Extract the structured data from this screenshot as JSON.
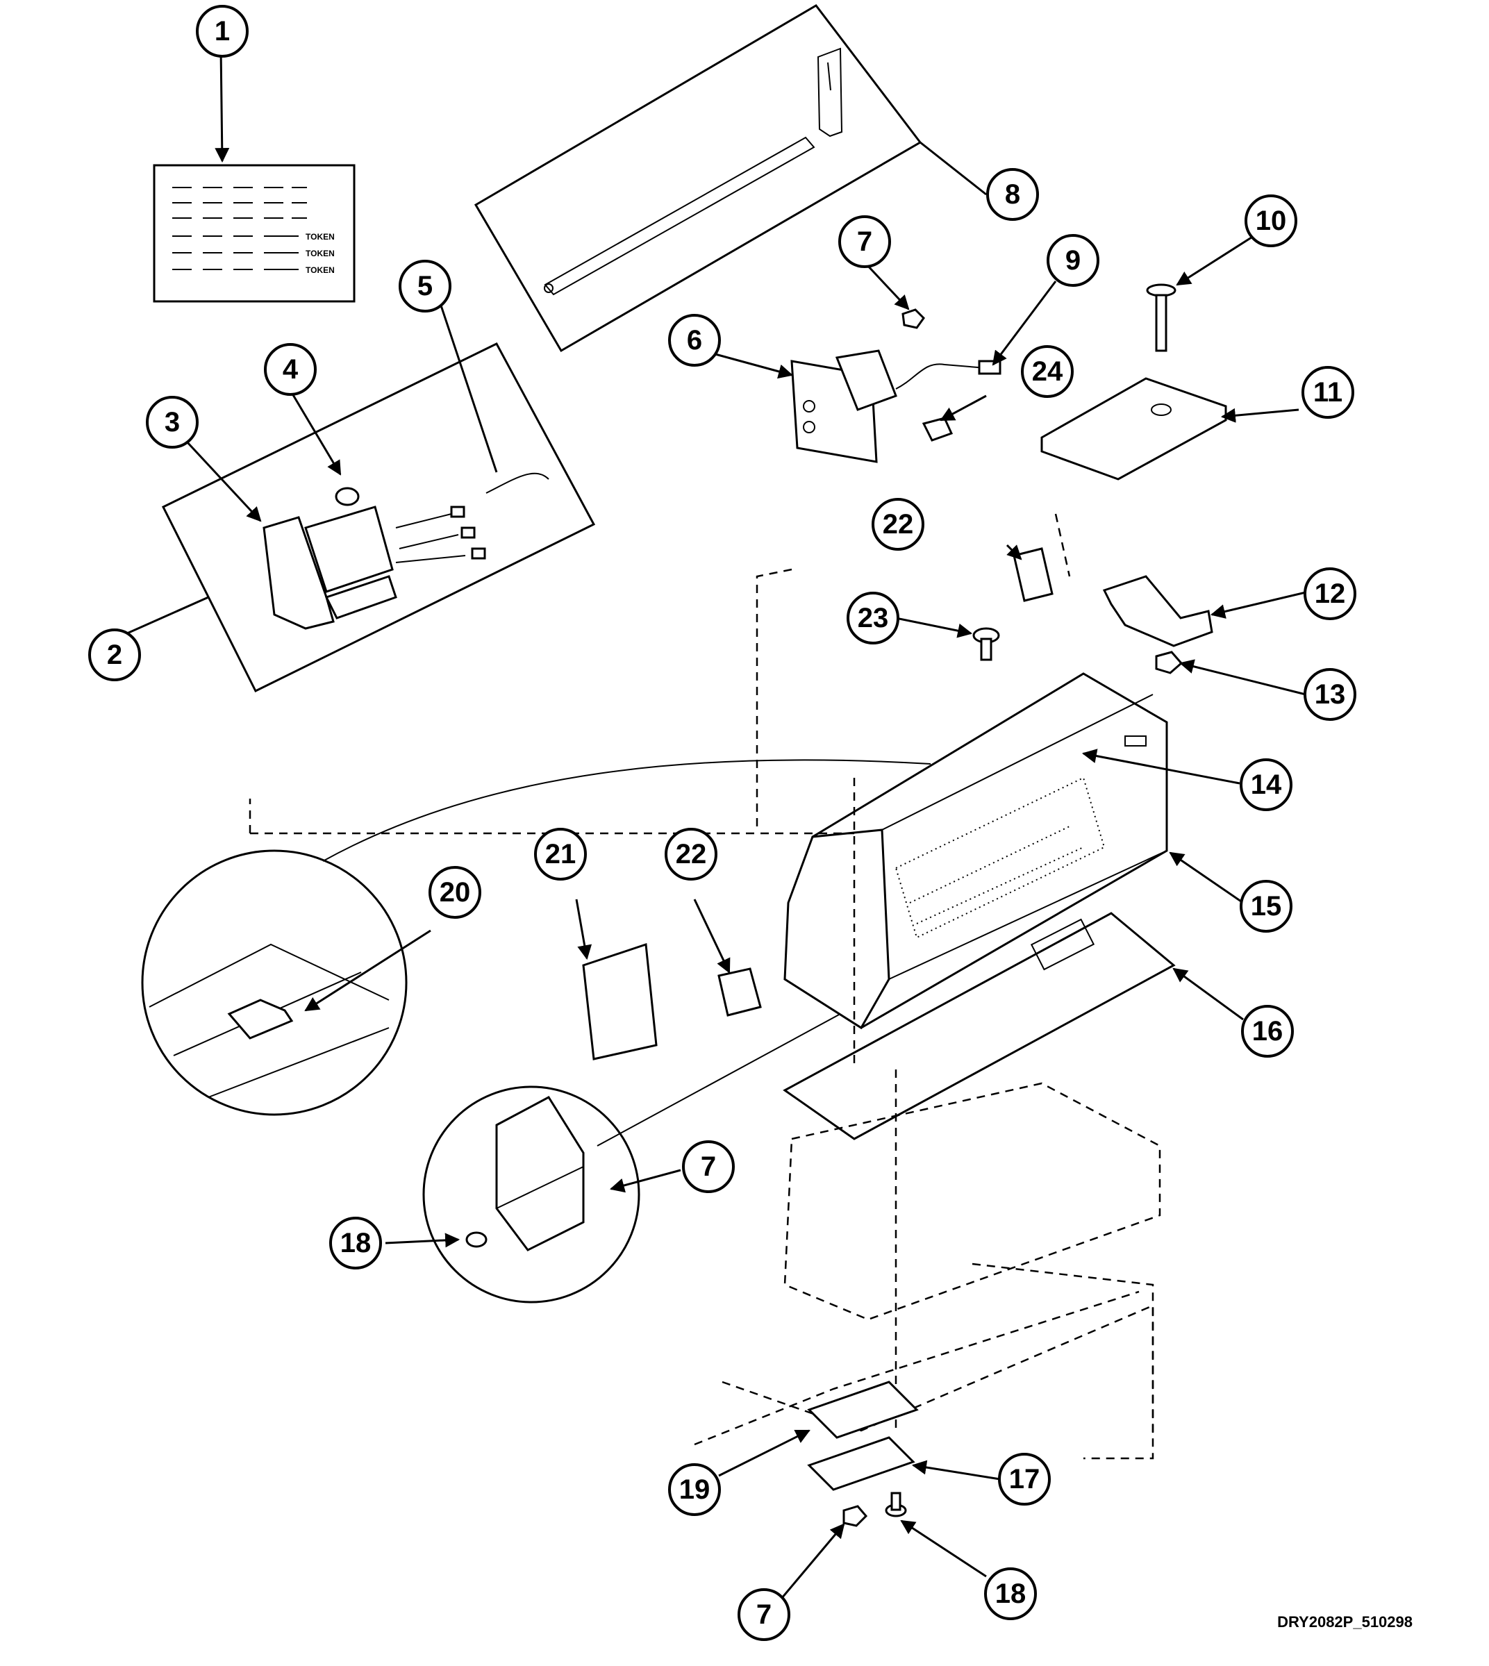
{
  "callouts": [
    "1",
    "2",
    "3",
    "4",
    "5",
    "6",
    "7",
    "8",
    "9",
    "10",
    "11",
    "12",
    "13",
    "14",
    "15",
    "16",
    "17",
    "18",
    "19",
    "20",
    "21",
    "22",
    "23",
    "24"
  ],
  "token_label": "TOKEN",
  "reference_code": "DRY2082P_510298"
}
